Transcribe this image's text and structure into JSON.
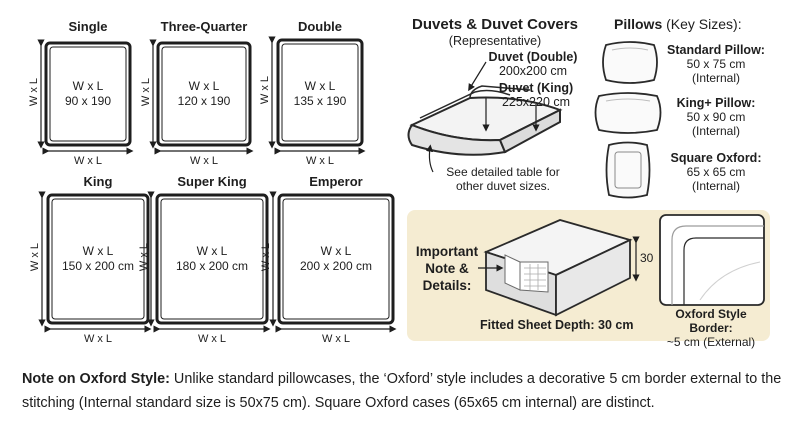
{
  "beds": [
    {
      "name": "Single",
      "wl": "W x L",
      "size": "90 x 190",
      "side": "W x L",
      "bottom": "W x L"
    },
    {
      "name": "Three-Quarter",
      "wl": "W x L",
      "size": "120 x 190",
      "side": "W x L",
      "bottom": "W x L"
    },
    {
      "name": "Double",
      "wl": "W x L",
      "size": "135 x 190",
      "side": "W x L",
      "bottom": "W x L"
    },
    {
      "name": "King",
      "wl": "W x L",
      "size": "150 x 200 cm",
      "side": "W x L",
      "bottom": "W x L"
    },
    {
      "name": "Super King",
      "wl": "W x L",
      "size": "180 x 200 cm",
      "side": "W x L",
      "bottom": "W x L"
    },
    {
      "name": "Emperor",
      "wl": "W x L",
      "size": "200 x 200 cm",
      "side": "W x L",
      "bottom": "W x L"
    }
  ],
  "duvets": {
    "title": "Duvets & Duvet Covers",
    "subtitle": "(Representative)",
    "double_label": "Duvet (Double)",
    "double_size": "200x200 cm",
    "king_label": "Duvet (King)",
    "king_size": "225x220 cm",
    "note_line1": "See detailed table for",
    "note_line2": "other duvet sizes."
  },
  "pillows": {
    "title": "Pillows",
    "title_suffix": "(Key Sizes):",
    "items": [
      {
        "name": "Standard Pillow:",
        "size": "50 x 75 cm",
        "note": "(Internal)"
      },
      {
        "name": "King+ Pillow:",
        "size": "50 x 90 cm",
        "note": "(Internal)"
      },
      {
        "name": "Square Oxford:",
        "size": "65 x 65 cm",
        "note": "(Internal)"
      }
    ]
  },
  "important": {
    "line1": "Important",
    "line2": "Note &",
    "line3": "Details:",
    "depth_value": "30",
    "fitted_label": "Fitted Sheet Depth: 30 cm",
    "oxford_label": "Oxford Style Border:",
    "oxford_value": "~5 cm (External)"
  },
  "footer": {
    "bold": "Note on Oxford Style:",
    "text": " Unlike standard pillowcases, the ‘Oxford’ style includes a decorative 5 cm border external to the stitching (Internal standard size is 50x75 cm). Square Oxford cases (65x65 cm internal) are distinct."
  },
  "colors": {
    "accent_bg": "#f5ecd2",
    "line": "#1e1e1e"
  }
}
